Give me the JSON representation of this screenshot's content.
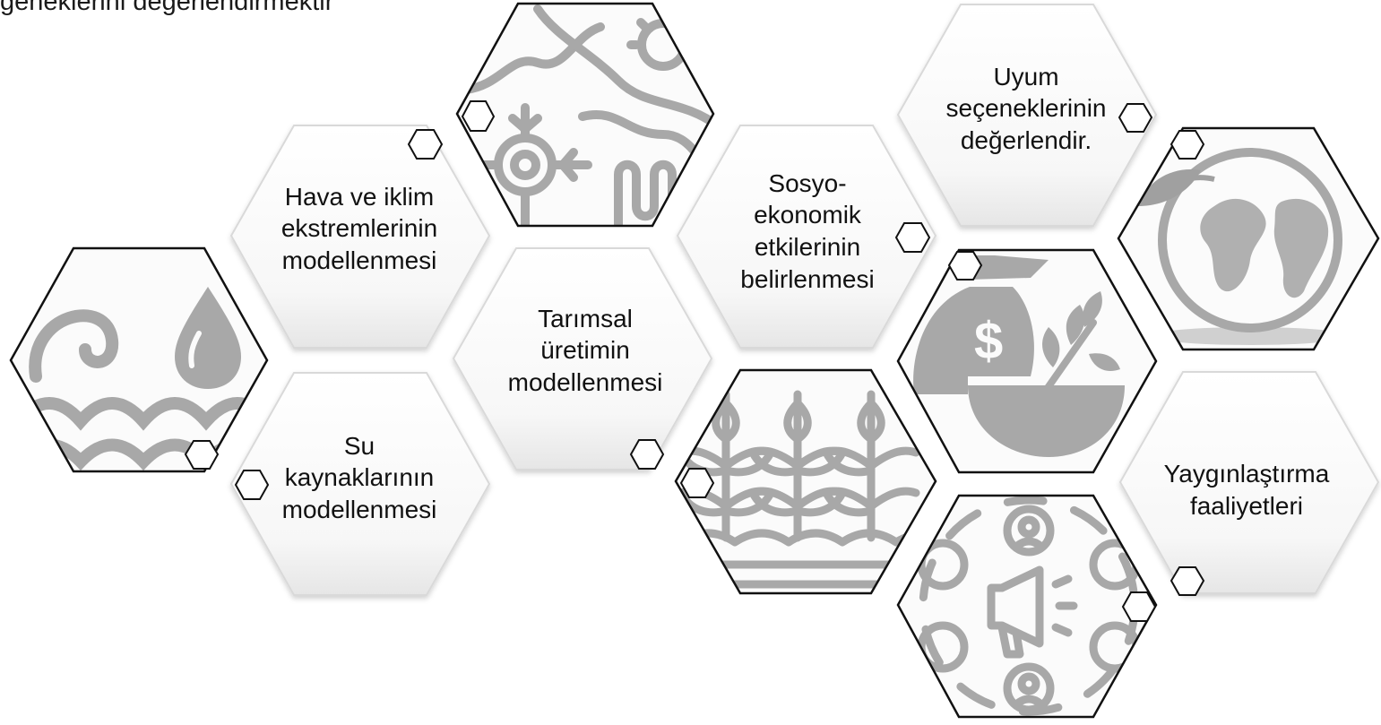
{
  "header": {
    "partial_text": "ğeneklerini değerlendirmektir"
  },
  "labels": {
    "hava_iklim": [
      "Hava ve iklim",
      "ekstremlerinin",
      "modellenmesi"
    ],
    "su": [
      "Su",
      "kaynaklarının",
      "modellenmesi"
    ],
    "tarimsal": [
      "Tarımsal",
      "üretimin",
      "modellenmesi"
    ],
    "sosyo": [
      "Sosyo-",
      "ekonomik",
      "etkilerinin",
      "belirlenmesi"
    ],
    "uyum": [
      "Uyum",
      "seçeneklerinin",
      "değerlendir."
    ],
    "yayginlastirma": [
      "Yaygınlaştırma",
      "faaliyetleri"
    ]
  },
  "icons": {
    "water": "water-wave-drop-icon",
    "climate": "climate-snow-sun-map-icon",
    "crops": "crop-plants-icon",
    "money": "money-bag-food-bowl-icon",
    "globe": "globe-leaf-icon",
    "network": "people-network-megaphone-icon"
  },
  "colors": {
    "icon_gray": "#a8a8a8",
    "hex_outline": "#111111",
    "tile_border": "#d9d9d9",
    "text": "#111111"
  }
}
